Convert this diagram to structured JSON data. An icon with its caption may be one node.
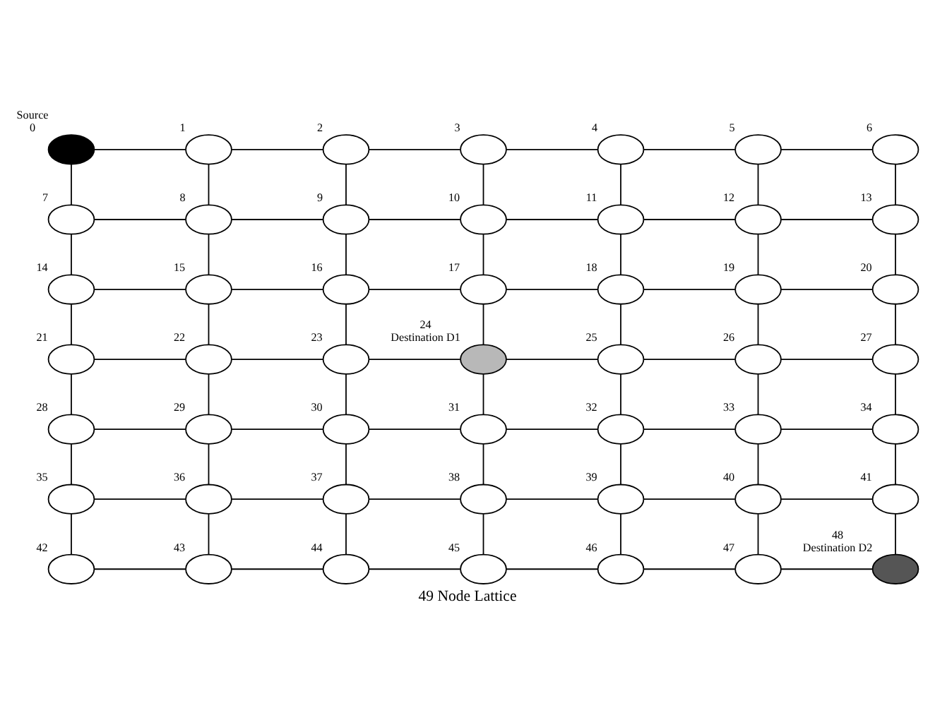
{
  "diagram": {
    "caption": "49 Node Lattice",
    "nodes": [
      {
        "text": [],
        "shape": "ellipse",
        "beside": [
          "Source",
          "0"
        ]
      },
      {
        "text": [],
        "shape": "ellipse",
        "beside": [
          "1"
        ]
      },
      {
        "text": [],
        "shape": "ellipse",
        "beside": [
          "2"
        ]
      },
      {
        "text": [],
        "shape": "ellipse",
        "beside": [
          "3"
        ]
      },
      {
        "text": [],
        "shape": "ellipse",
        "beside": [
          "4"
        ]
      },
      {
        "text": [],
        "shape": "ellipse",
        "beside": [
          "5"
        ]
      },
      {
        "text": [],
        "shape": "ellipse",
        "beside": [
          "6"
        ]
      },
      {
        "text": [],
        "shape": "ellipse",
        "beside": [
          "7"
        ]
      },
      {
        "text": [],
        "shape": "ellipse",
        "beside": [
          "8"
        ]
      },
      {
        "text": [],
        "shape": "ellipse",
        "beside": [
          "9"
        ]
      },
      {
        "text": [],
        "shape": "ellipse",
        "beside": [
          "10"
        ]
      },
      {
        "text": [],
        "shape": "ellipse",
        "beside": [
          "11"
        ]
      },
      {
        "text": [],
        "shape": "ellipse",
        "beside": [
          "12"
        ]
      },
      {
        "text": [],
        "shape": "ellipse",
        "beside": [
          "13"
        ]
      },
      {
        "text": [],
        "shape": "ellipse",
        "beside": [
          "14"
        ]
      },
      {
        "text": [],
        "shape": "ellipse",
        "beside": [
          "15"
        ]
      },
      {
        "text": [],
        "shape": "ellipse",
        "beside": [
          "16"
        ]
      },
      {
        "text": [],
        "shape": "ellipse",
        "beside": [
          "17"
        ]
      },
      {
        "text": [],
        "shape": "ellipse",
        "beside": [
          "18"
        ]
      },
      {
        "text": [],
        "shape": "ellipse",
        "beside": [
          "19"
        ]
      },
      {
        "text": [],
        "shape": "ellipse",
        "beside": [
          "20"
        ]
      },
      {
        "text": [],
        "shape": "ellipse",
        "beside": [
          "21"
        ]
      },
      {
        "text": [],
        "shape": "ellipse",
        "beside": [
          "22"
        ]
      },
      {
        "text": [],
        "shape": "ellipse",
        "beside": [
          "23"
        ]
      },
      {
        "text": [],
        "shape": "ellipse",
        "beside": [
          "24",
          "Destination D1"
        ]
      },
      {
        "text": [],
        "shape": "ellipse",
        "beside": [
          "25"
        ]
      },
      {
        "text": [],
        "shape": "ellipse",
        "beside": [
          "26"
        ]
      },
      {
        "text": [],
        "shape": "ellipse",
        "beside": [
          "27"
        ]
      },
      {
        "text": [],
        "shape": "ellipse",
        "beside": [
          "28"
        ]
      },
      {
        "text": [],
        "shape": "ellipse",
        "beside": [
          "29"
        ]
      },
      {
        "text": [],
        "shape": "ellipse",
        "beside": [
          "30"
        ]
      },
      {
        "text": [],
        "shape": "ellipse",
        "beside": [
          "31"
        ]
      },
      {
        "text": [],
        "shape": "ellipse",
        "beside": [
          "32"
        ]
      },
      {
        "text": [],
        "shape": "ellipse",
        "beside": [
          "33"
        ]
      },
      {
        "text": [],
        "shape": "ellipse",
        "beside": [
          "34"
        ]
      },
      {
        "text": [],
        "shape": "ellipse",
        "beside": [
          "35"
        ]
      },
      {
        "text": [],
        "shape": "ellipse",
        "beside": [
          "36"
        ]
      },
      {
        "text": [],
        "shape": "ellipse",
        "beside": [
          "37"
        ]
      },
      {
        "text": [],
        "shape": "ellipse",
        "beside": [
          "38"
        ]
      },
      {
        "text": [],
        "shape": "ellipse",
        "beside": [
          "39"
        ]
      },
      {
        "text": [],
        "shape": "ellipse",
        "beside": [
          "40"
        ]
      },
      {
        "text": [],
        "shape": "ellipse",
        "beside": [
          "41"
        ]
      },
      {
        "text": [],
        "shape": "ellipse",
        "beside": [
          "42"
        ]
      },
      {
        "text": [],
        "shape": "ellipse",
        "beside": [
          "43"
        ]
      },
      {
        "text": [],
        "shape": "ellipse",
        "beside": [
          "44"
        ]
      },
      {
        "text": [],
        "shape": "ellipse",
        "beside": [
          "45"
        ]
      },
      {
        "text": [],
        "shape": "ellipse",
        "beside": [
          "46"
        ]
      },
      {
        "text": [],
        "shape": "ellipse",
        "beside": [
          "47"
        ]
      },
      {
        "text": [],
        "shape": "ellipse",
        "beside": [
          "48",
          "Destination D2"
        ]
      }
    ],
    "edges": [
      {
        "from": 0,
        "to": 1,
        "arrow": "none"
      },
      {
        "from": 1,
        "to": 2,
        "arrow": "none"
      },
      {
        "from": 2,
        "to": 3,
        "arrow": "none"
      },
      {
        "from": 3,
        "to": 4,
        "arrow": "none"
      },
      {
        "from": 4,
        "to": 5,
        "arrow": "none"
      },
      {
        "from": 5,
        "to": 6,
        "arrow": "none"
      },
      {
        "from": 0,
        "to": 7,
        "arrow": "none"
      },
      {
        "from": 1,
        "to": 8,
        "arrow": "none"
      },
      {
        "from": 2,
        "to": 9,
        "arrow": "none"
      },
      {
        "from": 3,
        "to": 10,
        "arrow": "none"
      },
      {
        "from": 4,
        "to": 11,
        "arrow": "none"
      },
      {
        "from": 5,
        "to": 12,
        "arrow": "none"
      },
      {
        "from": 6,
        "to": 13,
        "arrow": "none"
      },
      {
        "from": 7,
        "to": 8,
        "arrow": "none"
      },
      {
        "from": 8,
        "to": 9,
        "arrow": "none"
      },
      {
        "from": 9,
        "to": 10,
        "arrow": "none"
      },
      {
        "from": 10,
        "to": 11,
        "arrow": "none"
      },
      {
        "from": 11,
        "to": 12,
        "arrow": "none"
      },
      {
        "from": 12,
        "to": 13,
        "arrow": "none"
      },
      {
        "from": 7,
        "to": 14,
        "arrow": "none"
      },
      {
        "from": 8,
        "to": 15,
        "arrow": "none"
      },
      {
        "from": 9,
        "to": 16,
        "arrow": "none"
      },
      {
        "from": 10,
        "to": 17,
        "arrow": "none"
      },
      {
        "from": 11,
        "to": 18,
        "arrow": "none"
      },
      {
        "from": 12,
        "to": 19,
        "arrow": "none"
      },
      {
        "from": 13,
        "to": 20,
        "arrow": "none"
      },
      {
        "from": 14,
        "to": 15,
        "arrow": "none"
      },
      {
        "from": 15,
        "to": 16,
        "arrow": "none"
      },
      {
        "from": 16,
        "to": 17,
        "arrow": "none"
      },
      {
        "from": 17,
        "to": 18,
        "arrow": "none"
      },
      {
        "from": 18,
        "to": 19,
        "arrow": "none"
      },
      {
        "from": 19,
        "to": 20,
        "arrow": "none"
      },
      {
        "from": 14,
        "to": 21,
        "arrow": "none"
      },
      {
        "from": 15,
        "to": 22,
        "arrow": "none"
      },
      {
        "from": 16,
        "to": 23,
        "arrow": "none"
      },
      {
        "from": 17,
        "to": 24,
        "arrow": "none"
      },
      {
        "from": 18,
        "to": 25,
        "arrow": "none"
      },
      {
        "from": 19,
        "to": 26,
        "arrow": "none"
      },
      {
        "from": 20,
        "to": 27,
        "arrow": "none"
      },
      {
        "from": 21,
        "to": 22,
        "arrow": "none"
      },
      {
        "from": 22,
        "to": 23,
        "arrow": "none"
      },
      {
        "from": 23,
        "to": 24,
        "arrow": "none"
      },
      {
        "from": 24,
        "to": 25,
        "arrow": "none"
      },
      {
        "from": 25,
        "to": 26,
        "arrow": "none"
      },
      {
        "from": 26,
        "to": 27,
        "arrow": "none"
      },
      {
        "from": 21,
        "to": 28,
        "arrow": "none"
      },
      {
        "from": 22,
        "to": 29,
        "arrow": "none"
      },
      {
        "from": 23,
        "to": 30,
        "arrow": "none"
      },
      {
        "from": 24,
        "to": 31,
        "arrow": "none"
      },
      {
        "from": 25,
        "to": 32,
        "arrow": "none"
      },
      {
        "from": 26,
        "to": 33,
        "arrow": "none"
      },
      {
        "from": 27,
        "to": 34,
        "arrow": "none"
      },
      {
        "from": 28,
        "to": 29,
        "arrow": "none"
      },
      {
        "from": 29,
        "to": 30,
        "arrow": "none"
      },
      {
        "from": 30,
        "to": 31,
        "arrow": "none"
      },
      {
        "from": 31,
        "to": 32,
        "arrow": "none"
      },
      {
        "from": 32,
        "to": 33,
        "arrow": "none"
      },
      {
        "from": 33,
        "to": 34,
        "arrow": "none"
      },
      {
        "from": 28,
        "to": 35,
        "arrow": "none"
      },
      {
        "from": 29,
        "to": 36,
        "arrow": "none"
      },
      {
        "from": 30,
        "to": 37,
        "arrow": "none"
      },
      {
        "from": 31,
        "to": 38,
        "arrow": "none"
      },
      {
        "from": 32,
        "to": 39,
        "arrow": "none"
      },
      {
        "from": 33,
        "to": 40,
        "arrow": "none"
      },
      {
        "from": 34,
        "to": 41,
        "arrow": "none"
      },
      {
        "from": 35,
        "to": 36,
        "arrow": "none"
      },
      {
        "from": 36,
        "to": 37,
        "arrow": "none"
      },
      {
        "from": 37,
        "to": 38,
        "arrow": "none"
      },
      {
        "from": 38,
        "to": 39,
        "arrow": "none"
      },
      {
        "from": 39,
        "to": 40,
        "arrow": "none"
      },
      {
        "from": 40,
        "to": 41,
        "arrow": "none"
      },
      {
        "from": 35,
        "to": 42,
        "arrow": "none"
      },
      {
        "from": 36,
        "to": 43,
        "arrow": "none"
      },
      {
        "from": 37,
        "to": 44,
        "arrow": "none"
      },
      {
        "from": 38,
        "to": 45,
        "arrow": "none"
      },
      {
        "from": 39,
        "to": 46,
        "arrow": "none"
      },
      {
        "from": 40,
        "to": 47,
        "arrow": "none"
      },
      {
        "from": 41,
        "to": 48,
        "arrow": "none"
      },
      {
        "from": 42,
        "to": 43,
        "arrow": "none"
      },
      {
        "from": 43,
        "to": 44,
        "arrow": "none"
      },
      {
        "from": 44,
        "to": 45,
        "arrow": "none"
      },
      {
        "from": 45,
        "to": 46,
        "arrow": "none"
      },
      {
        "from": 46,
        "to": 47,
        "arrow": "none"
      },
      {
        "from": 47,
        "to": 48,
        "arrow": "none"
      }
    ]
  }
}
